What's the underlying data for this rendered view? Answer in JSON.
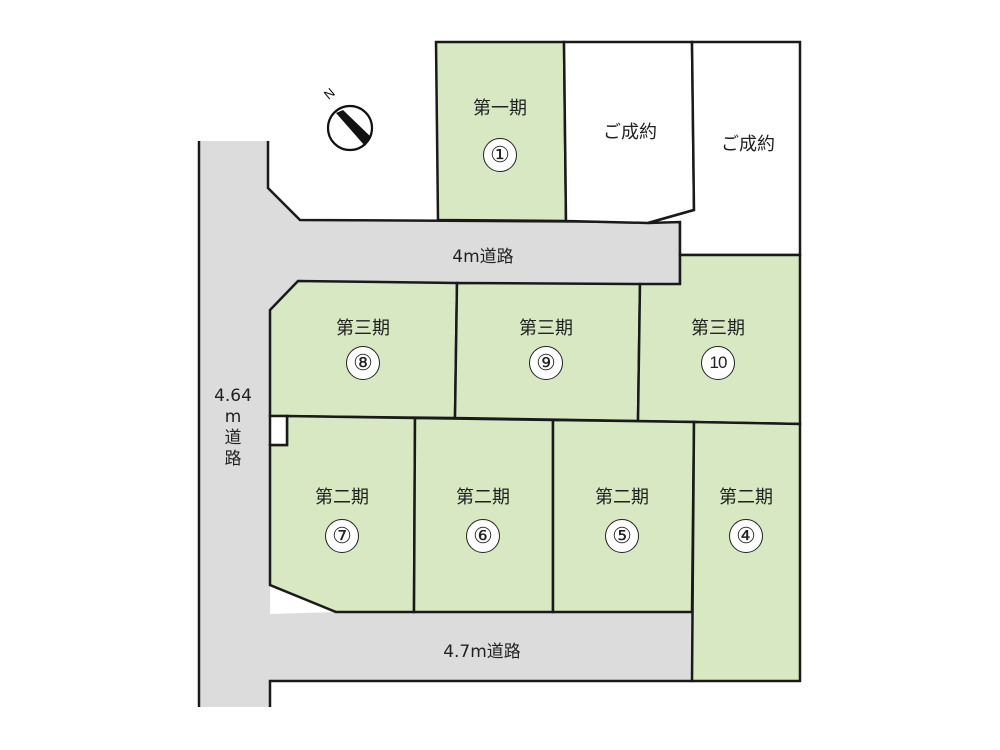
{
  "colors": {
    "available_lot": "#d7e8c2",
    "sold_lot": "#ffffff",
    "road": "#dcdcdc",
    "outline": "#1a1a1a"
  },
  "compass": {
    "icon": "north-arrow-icon",
    "label": "N"
  },
  "roads": {
    "top": "4m道路",
    "left_lines": [
      "4.64",
      "m",
      "道",
      "路"
    ],
    "bottom": "4.7m道路"
  },
  "lots": [
    {
      "id": "1",
      "phase": "第一期",
      "number": "①",
      "status": "available"
    },
    {
      "id": "sold_a",
      "phase": "ご成約",
      "number": "",
      "status": "sold"
    },
    {
      "id": "sold_b",
      "phase": "ご成約",
      "number": "",
      "status": "sold"
    },
    {
      "id": "8",
      "phase": "第三期",
      "number": "⑧",
      "status": "available"
    },
    {
      "id": "9",
      "phase": "第三期",
      "number": "⑨",
      "status": "available"
    },
    {
      "id": "10",
      "phase": "第三期",
      "number": "10",
      "status": "available"
    },
    {
      "id": "7",
      "phase": "第二期",
      "number": "⑦",
      "status": "available"
    },
    {
      "id": "6",
      "phase": "第二期",
      "number": "⑥",
      "status": "available"
    },
    {
      "id": "5",
      "phase": "第二期",
      "number": "⑤",
      "status": "available"
    },
    {
      "id": "4",
      "phase": "第二期",
      "number": "④",
      "status": "available"
    }
  ]
}
